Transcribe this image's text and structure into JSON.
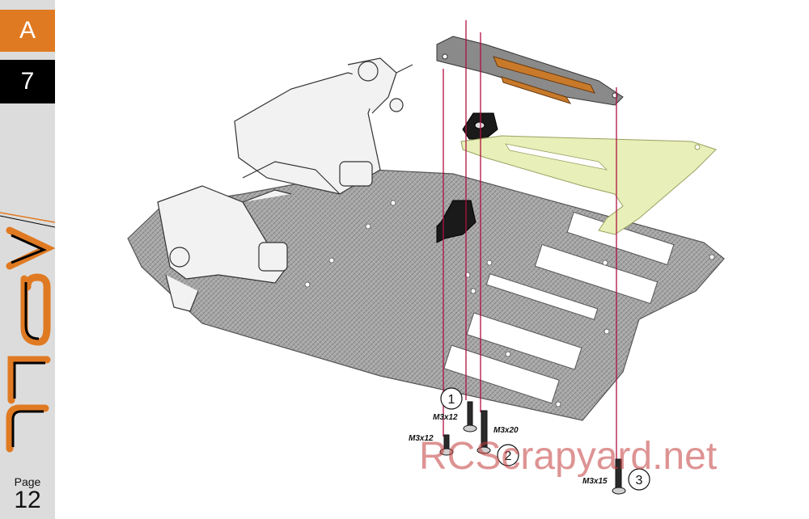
{
  "sidebar": {
    "section_letter": "A",
    "step_number": "7",
    "brand_logo": "XRAY",
    "page_label": "Page",
    "page_number": "12"
  },
  "parts": [
    {
      "callout": "1",
      "screws": [
        "M3x12",
        "M3x12"
      ]
    },
    {
      "callout": "2",
      "screws": [
        "M3x20"
      ]
    },
    {
      "callout": "3",
      "screws": [
        "M3x15"
      ]
    }
  ],
  "watermark": "RCScrapyard.net",
  "colors": {
    "section_tab": "#e07a22",
    "step_tab": "#000000",
    "sidebar": "#dcdcdc",
    "guide_lines": "#b01040",
    "carbon": "#9a9a9a",
    "orange_parts": "#c87a2a",
    "brace": "#e8efb8"
  },
  "icons": [
    "screw-icon",
    "chassis-plate",
    "top-deck-brace",
    "steering-bridge",
    "front-suspension"
  ]
}
